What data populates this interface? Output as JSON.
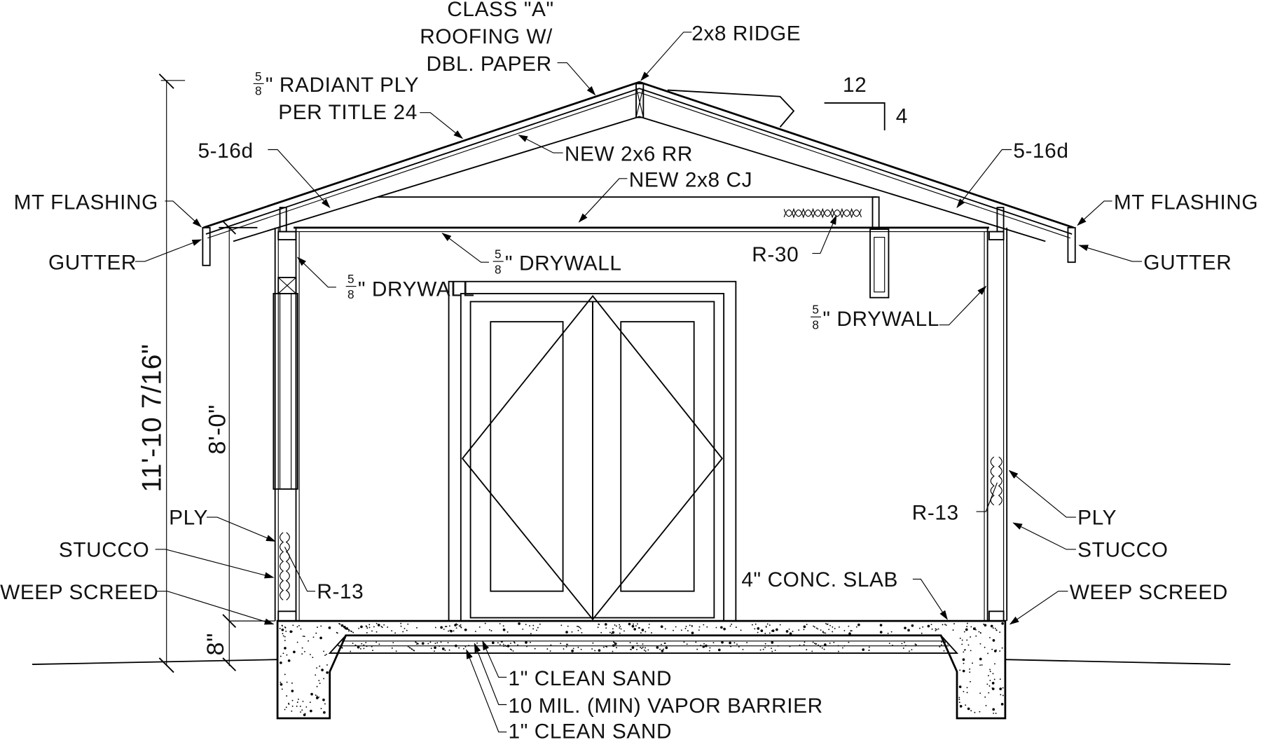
{
  "drawing": {
    "roofing": [
      "CLASS \"A\"",
      "ROOFING W/",
      "DBL. PAPER"
    ],
    "ridge": "2x8 RIDGE",
    "radiant_ply": [
      "\" RADIANT PLY",
      "PER TITLE 24"
    ],
    "frac_num": "5",
    "frac_den": "8",
    "nails_left": "5-16d",
    "nails_right": "5-16d",
    "rafter": "NEW 2x6 RR",
    "ceiling_joist": "NEW 2x8 CJ",
    "pitch_run": "12",
    "pitch_rise": "4",
    "flashing_left": "MT FLASHING",
    "flashing_right": "MT FLASHING",
    "gutter_left": "GUTTER",
    "gutter_right": "GUTTER",
    "drywall_ceiling": "\" DRYWALL",
    "drywall_left": "\" DRYWALL",
    "drywall_right": "\" DRYWALL",
    "r30": "R-30",
    "ply_left": "PLY",
    "ply_right": "PLY",
    "stucco_left": "STUCCO",
    "stucco_right": "STUCCO",
    "weep_left": "WEEP SCREED",
    "weep_right": "WEEP SCREED",
    "r13_left": "R-13",
    "r13_right": "R-13",
    "slab": "4\" CONC. SLAB",
    "sand_top": "1\" CLEAN SAND",
    "vapor": "10 MIL. (MIN) VAPOR BARRIER",
    "sand_bottom": "1\" CLEAN SAND",
    "dim_overall": "11'-10 7/16\"",
    "dim_wall": "8'-0\"",
    "dim_base": "8\""
  }
}
